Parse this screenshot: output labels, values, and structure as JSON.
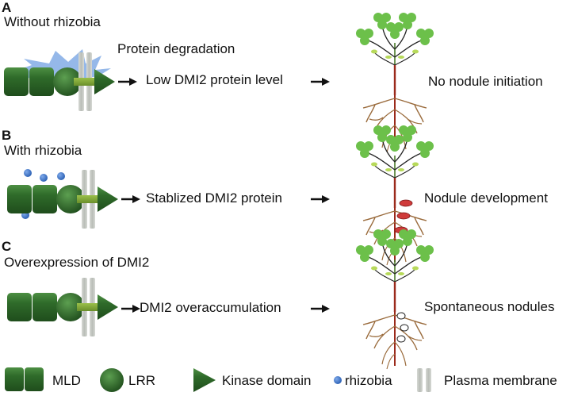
{
  "panels": [
    {
      "letter": "A",
      "condition": "Without rhizobia",
      "annotation": "Protein degradation",
      "step": "Low DMI2 protein level",
      "outcome": "No nodule initiation",
      "rhizobia_present": false,
      "nodule_style": "none"
    },
    {
      "letter": "B",
      "condition": "With rhizobia",
      "annotation": "",
      "step": "Stablized DMI2 protein",
      "outcome": "Nodule development",
      "rhizobia_present": true,
      "nodule_style": "red"
    },
    {
      "letter": "C",
      "condition": "Overexpression of DMI2",
      "annotation": "",
      "step": "DMI2 overaccumulation",
      "outcome": "Spontaneous nodules",
      "rhizobia_present": false,
      "nodule_style": "white"
    }
  ],
  "legend": {
    "mld": "MLD",
    "lrr": "LRR",
    "kinase": "Kinase domain",
    "rhizobia": "rhizobia",
    "membrane": "Plasma membrane"
  },
  "colors": {
    "domain_green": "#2f6b2a",
    "domain_highlight": "#3f8a37",
    "membrane_gray": "#c7cbc6",
    "rhizobia_blue": "#3b74c9",
    "degradation_blue": "#8fb4e8",
    "leaf_green": "#6cc04a",
    "stem_red": "#9b2a1b",
    "root_brown": "#9a6b3c",
    "nodule_red": "#cf3b3b"
  }
}
